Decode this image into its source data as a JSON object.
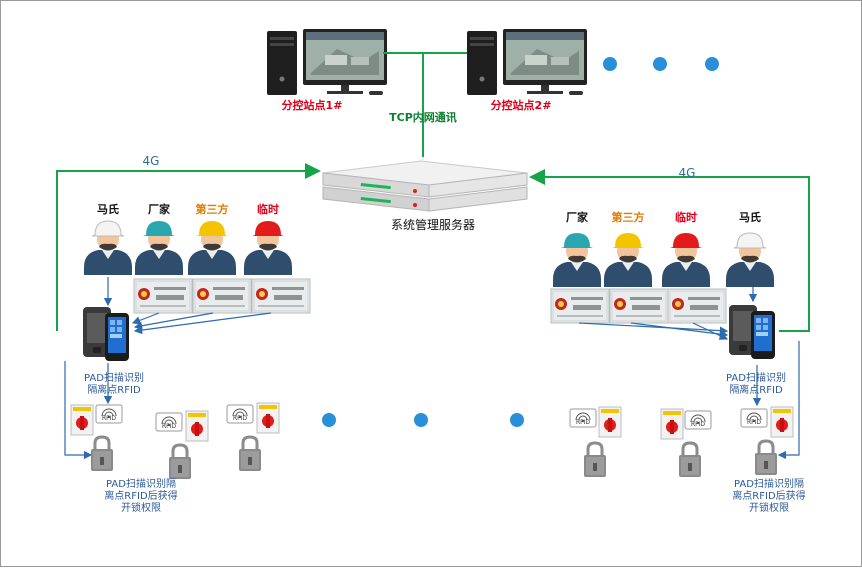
{
  "stations": [
    {
      "label": "分控站点1#"
    },
    {
      "label": "分控站点2#"
    }
  ],
  "network": {
    "tcp_label": "TCP内网通讯",
    "left_link_label": "4G",
    "right_link_label": "4G"
  },
  "server": {
    "label": "系统管理服务器"
  },
  "left_group": {
    "workers": [
      {
        "label": "马氏",
        "helmet": "white"
      },
      {
        "label": "厂家",
        "helmet": "teal"
      },
      {
        "label": "第三方",
        "helmet": "yellow"
      },
      {
        "label": "临时",
        "helmet": "red"
      }
    ],
    "pad_caption": [
      "PAD扫描识别",
      "隔离点RFID"
    ],
    "lock_caption": [
      "PAD扫描识别隔",
      "离点RFID后获得",
      "开锁权限"
    ]
  },
  "right_group": {
    "workers": [
      {
        "label": "厂家",
        "helmet": "teal"
      },
      {
        "label": "第三方",
        "helmet": "yellow"
      },
      {
        "label": "临时",
        "helmet": "red"
      },
      {
        "label": "马氏",
        "helmet": "white"
      }
    ],
    "pad_caption": [
      "PAD扫描识别",
      "隔离点RFID"
    ],
    "lock_caption": [
      "PAD扫描识别隔",
      "离点RFID后获得",
      "开锁权限"
    ]
  },
  "rfid_tag_text": "RFID",
  "colors": {
    "station_label": "#e0001a",
    "tcp_label": "#0a7f2e",
    "link_green": "#16a34a",
    "link_4g_text": "#2f6f8f",
    "dots": "#2a8fd9",
    "arrow_blue": "#2c6bb0",
    "worker_label_black": "#111111",
    "worker_label_orange": "#e07b00",
    "worker_label_red": "#e0001a",
    "helmet_white": "#f4f4f4",
    "helmet_teal": "#2aa6b0",
    "helmet_yellow": "#f5c400",
    "helmet_red": "#e31b1b",
    "body_navy": "#2f4e6e",
    "face": "#f2c49b"
  },
  "icons": [
    "desktop-computer-icon",
    "server-rack-icon",
    "worker-icon",
    "id-card-icon",
    "pad-scanner-icon",
    "isolation-switch-icon",
    "rfid-tag-icon",
    "padlock-icon"
  ]
}
